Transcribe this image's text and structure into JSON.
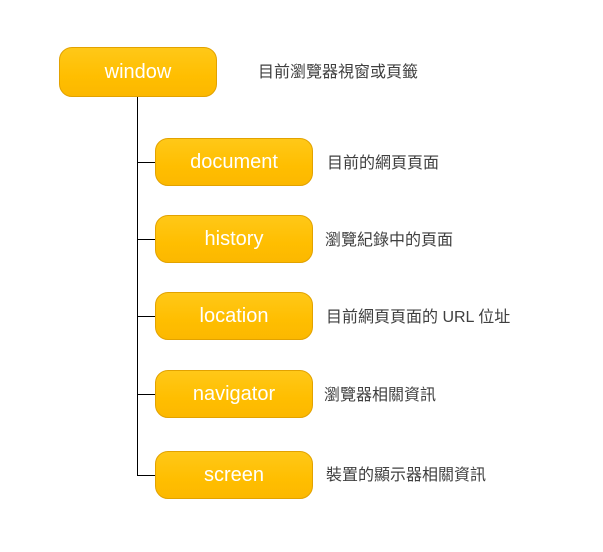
{
  "diagram": {
    "title": "browser-object-model-tree",
    "root": {
      "label": "window",
      "annotation": "目前瀏覽器視窗或頁籤"
    },
    "children": [
      {
        "label": "document",
        "annotation": "目前的網頁頁面"
      },
      {
        "label": "history",
        "annotation": "瀏覽紀錄中的頁面"
      },
      {
        "label": "location",
        "annotation": "目前網頁頁面的 URL 位址"
      },
      {
        "label": "navigator",
        "annotation": "瀏覽器相關資訊"
      },
      {
        "label": "screen",
        "annotation": "裝置的顯示器相關資訊"
      }
    ],
    "colors": {
      "node_fill": "#FFC000",
      "node_border": "#E2A200",
      "node_text": "#FFFFFF",
      "connector_line": "#000000",
      "annotation_text": "#3F3F3F",
      "background": "#FFFFFF"
    }
  }
}
